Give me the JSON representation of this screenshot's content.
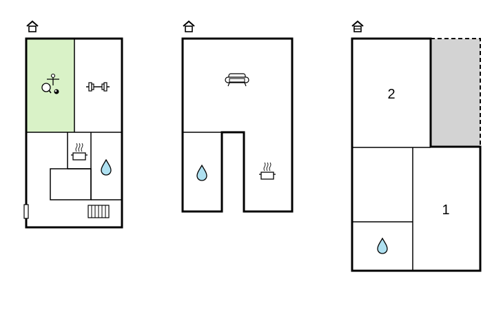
{
  "colors": {
    "wall": "#000000",
    "highlight_room": "#d9f2c7",
    "unheated_area": "#d3d3d3",
    "water_drop": "#aee0f0",
    "background": "#ffffff"
  },
  "floors": [
    {
      "floor_icon": "house-basement-level-icon",
      "rooms": [
        {
          "name": "activity-room",
          "icons": [
            "table-tennis-icon",
            "football-table-icon"
          ],
          "highlighted": true
        },
        {
          "name": "fitness-room",
          "icons": [
            "dumbbell-icon"
          ]
        },
        {
          "name": "kitchen",
          "icons": [
            "cooking-pot-icon"
          ]
        },
        {
          "name": "bathroom",
          "icons": [
            "water-drop-icon"
          ]
        },
        {
          "name": "hall",
          "icons": [
            "radiator-icon",
            "door-icon"
          ]
        }
      ]
    },
    {
      "floor_icon": "house-ground-level-icon",
      "rooms": [
        {
          "name": "living-room",
          "icons": [
            "sofa-icon"
          ]
        },
        {
          "name": "bathroom",
          "icons": [
            "water-drop-icon"
          ]
        },
        {
          "name": "kitchen",
          "icons": [
            "cooking-pot-icon"
          ]
        }
      ]
    },
    {
      "floor_icon": "house-upper-level-icon",
      "rooms": [
        {
          "name": "bedroom-2",
          "label": "2"
        },
        {
          "name": "unheated-area",
          "label": ""
        },
        {
          "name": "landing",
          "label": ""
        },
        {
          "name": "bedroom-1",
          "label": "1"
        },
        {
          "name": "bathroom",
          "icons": [
            "water-drop-icon"
          ]
        }
      ]
    }
  ]
}
